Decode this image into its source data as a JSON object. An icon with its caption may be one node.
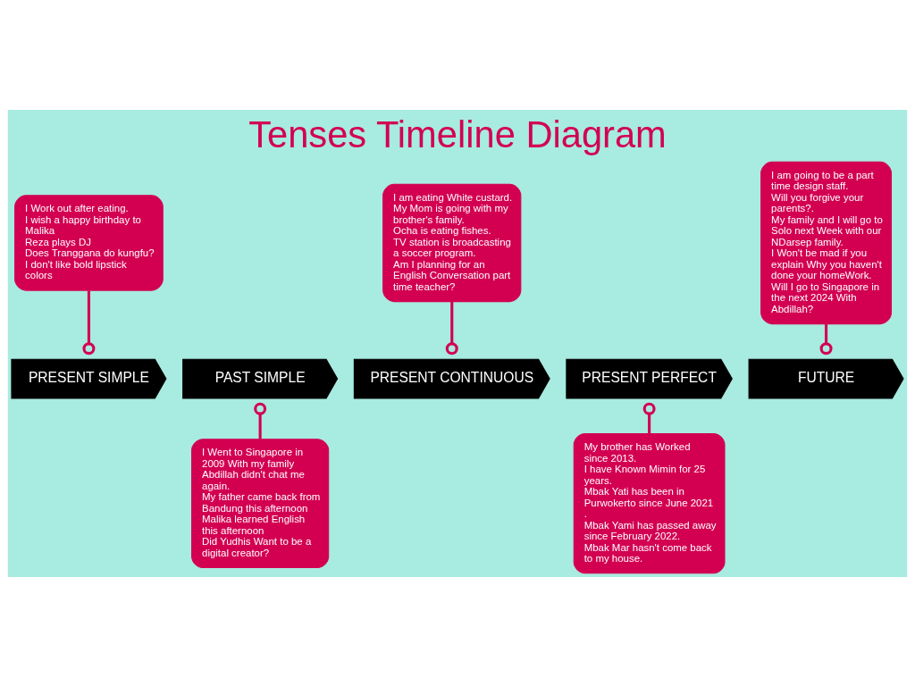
{
  "diagram": {
    "title": "Tenses Timeline Diagram",
    "nodes": [
      {
        "text": [
          "PRESENT SIMPLE"
        ]
      },
      {
        "text": [
          "PAST SIMPLE"
        ]
      },
      {
        "text": [
          "PRESENT CONTINUOUS"
        ]
      },
      {
        "text": [
          "PRESENT PERFECT"
        ]
      },
      {
        "text": [
          "FUTURE"
        ]
      },
      {
        "text": [
          "I Work out after eating.",
          "I wish a happy birthday to Malika",
          "Reza plays DJ",
          "Does Tranggana do kungfu?",
          "I don't like bold lipstick colors"
        ]
      },
      {
        "text": [
          "I am eating White custard.",
          "My Mom is going with my brother's family.",
          "Ocha is eating fishes.",
          "TV station is broadcasting a soccer program.",
          "Am I planning for an English Conversation part time teacher?"
        ]
      },
      {
        "text": [
          "I am going to be a part time design staff.",
          "Will you forgive your parents?.",
          "My family and I will go to Solo next Week with our NDarsep family.",
          "I Won't be mad if you explain Why you haven't done your homeWork.",
          "Will I go to Singapore in the next 2024 With Abdillah?"
        ]
      },
      {
        "text": [
          "I Went to Singapore in 2009 With my family",
          "Abdillah didn't chat me again.",
          "My father came back from Bandung this afternoon",
          "Malika learned English this afternoon",
          "Did Yudhis Want to be a digital creator?"
        ]
      },
      {
        "text": [
          "My brother has Worked since 2013.",
          "I have Known Mimin for 25 years.",
          "Mbak Yati has been in Purwokerto since June 2021 .",
          "Mbak Yami has passed away since February 2022.",
          "Mbak Mar hasn't come back to my house."
        ]
      }
    ],
    "edges": [
      {
        "from": 5,
        "to": 0,
        "arrow": "other"
      },
      {
        "from": 6,
        "to": 2,
        "arrow": "other"
      },
      {
        "from": 7,
        "to": 4,
        "arrow": "other"
      },
      {
        "from": 8,
        "to": 1,
        "arrow": "other"
      },
      {
        "from": 9,
        "to": 3,
        "arrow": "other"
      }
    ]
  }
}
